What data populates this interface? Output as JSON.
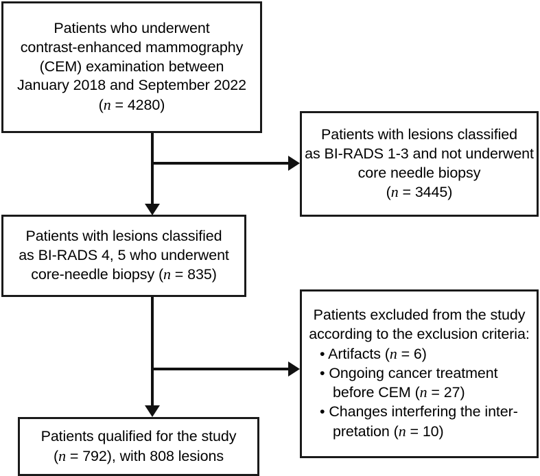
{
  "figure": {
    "type": "flowchart",
    "title": "Study participant selection flowchart",
    "colors": {
      "stroke": "#111111",
      "background": "#ffffff",
      "text": "#000000"
    }
  },
  "boxes": {
    "cem": {
      "name": "patients-underwent-cem",
      "lines": [
        "Patients who underwent",
        "contrast-enhanced mammography",
        "(CEM) examination between",
        "January 2018 and September 2022"
      ],
      "count_prefix": "(",
      "count_var": "n",
      "count_eq": " = ",
      "count_value": "4280",
      "count_suffix": ")"
    },
    "birads13": {
      "name": "excluded-birads-1-3",
      "lines": [
        "Patients with lesions classified",
        "as BI-RADS 1-3 and not underwent",
        "core needle biopsy"
      ],
      "count_prefix": "(",
      "count_var": "n",
      "count_eq": " = ",
      "count_value": "3445",
      "count_suffix": ")"
    },
    "birads45": {
      "name": "included-birads-4-5",
      "lines": [
        "Patients with lesions classified",
        "as BI-RADS 4, 5 who underwent"
      ],
      "last_line_prefix": "core-needle biopsy (",
      "count_var": "n",
      "count_eq": " = ",
      "count_value": "835",
      "last_line_suffix": ")"
    },
    "excluded": {
      "name": "excluded-criteria",
      "lines": [
        "Patients excluded from the study",
        "according to the exclusion criteria:"
      ],
      "bullets": [
        {
          "marker": "•",
          "text_before": "Artifacts (",
          "var": "n",
          "eq": " = ",
          "value": "6",
          "text_after": ")",
          "continuation": null
        },
        {
          "marker": "•",
          "text_before": "Ongoing cancer treatment",
          "var": null,
          "eq": null,
          "value": null,
          "text_after": null,
          "continuation_before": "before CEM (",
          "continuation_var": "n",
          "continuation_eq": " = ",
          "continuation_value": "27",
          "continuation_after": ")"
        },
        {
          "marker": "•",
          "text_before": "Changes interfering the inter-",
          "continuation_before": "pretation (",
          "continuation_var": "n",
          "continuation_eq": " = ",
          "continuation_value": "10",
          "continuation_after": ")"
        }
      ]
    },
    "qualified": {
      "name": "qualified-for-study",
      "lines": [
        "Patients qualified for the study"
      ],
      "count_prefix": "(",
      "count_var": "n",
      "count_eq": " = ",
      "count_value": "792",
      "count_suffix": "), with 808 lesions"
    }
  },
  "connectors": {
    "down_1": {
      "from": "cem",
      "to": "birads45"
    },
    "right_1": {
      "from": "cem",
      "to": "birads13"
    },
    "down_2": {
      "from": "birads45",
      "to": "qualified"
    },
    "right_2": {
      "from": "birads45",
      "to": "excluded"
    }
  }
}
